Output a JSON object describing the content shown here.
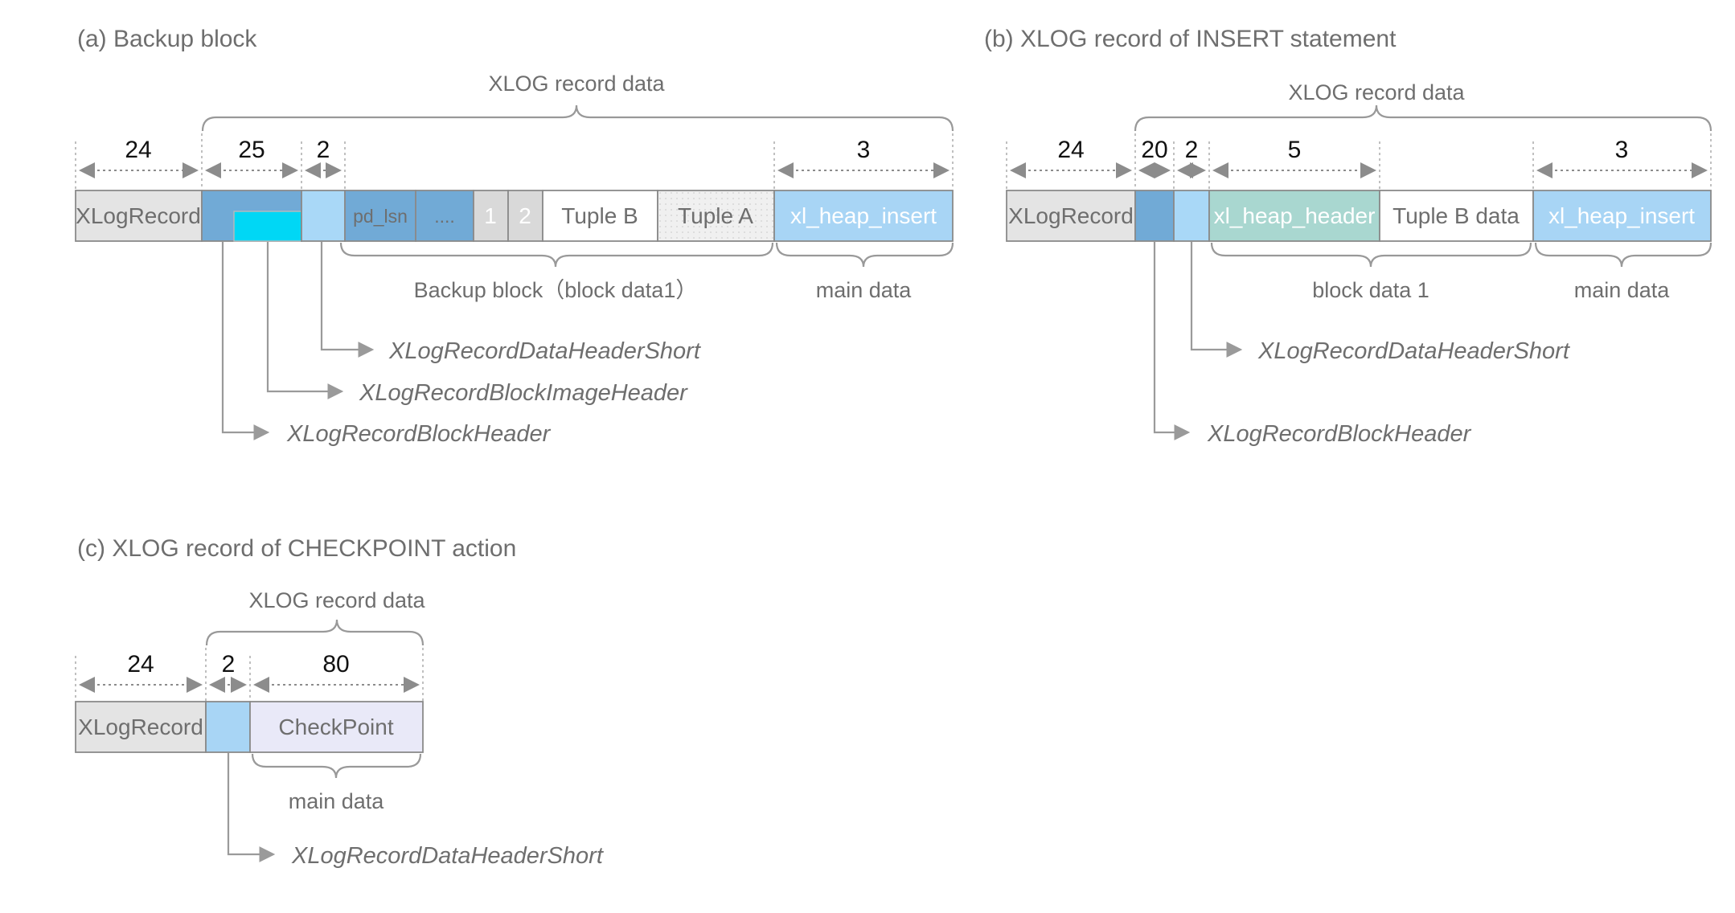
{
  "colors": {
    "gray_cell": "#e4e4e4",
    "mid_blue": "#71aad6",
    "cyan": "#00d7f5",
    "light_blue": "#a9d8f7",
    "sky_blue": "#a8d5f5",
    "teal": "#a9d7d0",
    "white_cell": "#ffffff",
    "dotted_gray": "#ededed",
    "lavender": "#e9e9f8",
    "text_gray": "#6e6e6e",
    "dim_text": "#111111",
    "stroke": "#8a8a8a"
  },
  "panels": [
    {
      "id": "a",
      "caption": "(a) Backup block",
      "top_brace_label": "XLOG record data",
      "dims": [
        {
          "label": "24"
        },
        {
          "label": "25"
        },
        {
          "label": "2"
        },
        {
          "label": "3"
        }
      ],
      "cells": [
        {
          "name": "xlogrecord",
          "label": "XLogRecord",
          "fill": "gray_cell",
          "text": "gray"
        },
        {
          "name": "block-header",
          "label": "",
          "fill": "mid_blue",
          "text": "none"
        },
        {
          "name": "block-image-header",
          "label": "",
          "fill": "cyan",
          "text": "none"
        },
        {
          "name": "data-header-short",
          "label": "",
          "fill": "light_blue",
          "text": "none"
        },
        {
          "name": "pd-lsn",
          "label": "pd_lsn",
          "fill": "mid_blue",
          "text": "gray"
        },
        {
          "name": "ellipsis",
          "label": "....",
          "fill": "mid_blue",
          "text": "gray"
        },
        {
          "name": "slot-1",
          "label": "1",
          "fill": "gray_cell",
          "text": "white"
        },
        {
          "name": "slot-2",
          "label": "2",
          "fill": "gray_cell",
          "text": "white"
        },
        {
          "name": "tuple-b",
          "label": "Tuple B",
          "fill": "white_cell",
          "text": "gray"
        },
        {
          "name": "tuple-a",
          "label": "Tuple A",
          "fill": "dotted_gray",
          "text": "gray"
        },
        {
          "name": "xl-heap-insert",
          "label": "xl_heap_insert",
          "fill": "sky_blue",
          "text": "white"
        }
      ],
      "bottom_braces": [
        {
          "label": "Backup block（block data1）"
        },
        {
          "label": "main data"
        }
      ],
      "annotations": [
        {
          "label": "XLogRecordDataHeaderShort"
        },
        {
          "label": "XLogRecordBlockImageHeader"
        },
        {
          "label": "XLogRecordBlockHeader"
        }
      ]
    },
    {
      "id": "b",
      "caption": "(b) XLOG record of INSERT statement",
      "top_brace_label": "XLOG record data",
      "dims": [
        {
          "label": "24"
        },
        {
          "label": "20"
        },
        {
          "label": "2"
        },
        {
          "label": "5"
        },
        {
          "label": "3"
        }
      ],
      "cells": [
        {
          "name": "xlogrecord",
          "label": "XLogRecord",
          "fill": "gray_cell",
          "text": "gray"
        },
        {
          "name": "block-header",
          "label": "",
          "fill": "mid_blue",
          "text": "none"
        },
        {
          "name": "data-header-short",
          "label": "",
          "fill": "light_blue",
          "text": "none"
        },
        {
          "name": "xl-heap-header",
          "label": "xl_heap_header",
          "fill": "teal",
          "text": "white"
        },
        {
          "name": "tuple-b-data",
          "label": "Tuple B data",
          "fill": "white_cell",
          "text": "gray"
        },
        {
          "name": "xl-heap-insert",
          "label": "xl_heap_insert",
          "fill": "sky_blue",
          "text": "white"
        }
      ],
      "bottom_braces": [
        {
          "label": "block data 1"
        },
        {
          "label": "main data"
        }
      ],
      "annotations": [
        {
          "label": "XLogRecordDataHeaderShort"
        },
        {
          "label": "XLogRecordBlockHeader"
        }
      ]
    },
    {
      "id": "c",
      "caption": "(c) XLOG record of CHECKPOINT action",
      "top_brace_label": "XLOG record data",
      "dims": [
        {
          "label": "24"
        },
        {
          "label": "2"
        },
        {
          "label": "80"
        }
      ],
      "cells": [
        {
          "name": "xlogrecord",
          "label": "XLogRecord",
          "fill": "gray_cell",
          "text": "gray"
        },
        {
          "name": "data-header-short",
          "label": "",
          "fill": "sky_blue",
          "text": "none"
        },
        {
          "name": "checkpoint",
          "label": "CheckPoint",
          "fill": "lavender",
          "text": "gray"
        }
      ],
      "bottom_braces": [
        {
          "label": "main data"
        }
      ],
      "annotations": [
        {
          "label": "XLogRecordDataHeaderShort"
        }
      ]
    }
  ]
}
